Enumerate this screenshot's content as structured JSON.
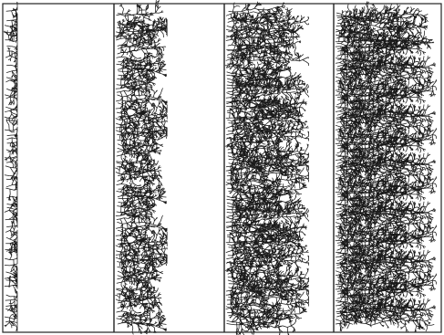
{
  "figure": {
    "panel_count": 4,
    "panels": [
      {
        "growth_stage": 1,
        "relative_density": 0.22,
        "front_depth": 0.1
      },
      {
        "growth_stage": 2,
        "relative_density": 0.55,
        "front_depth": 0.48
      },
      {
        "growth_stage": 3,
        "relative_density": 0.8,
        "front_depth": 0.78
      },
      {
        "growth_stage": 4,
        "relative_density": 1.0,
        "front_depth": 0.97
      }
    ],
    "colors": {
      "background": "#ffffff",
      "ink": "#1a1a1a",
      "frame": "#222222"
    },
    "labels": {}
  }
}
